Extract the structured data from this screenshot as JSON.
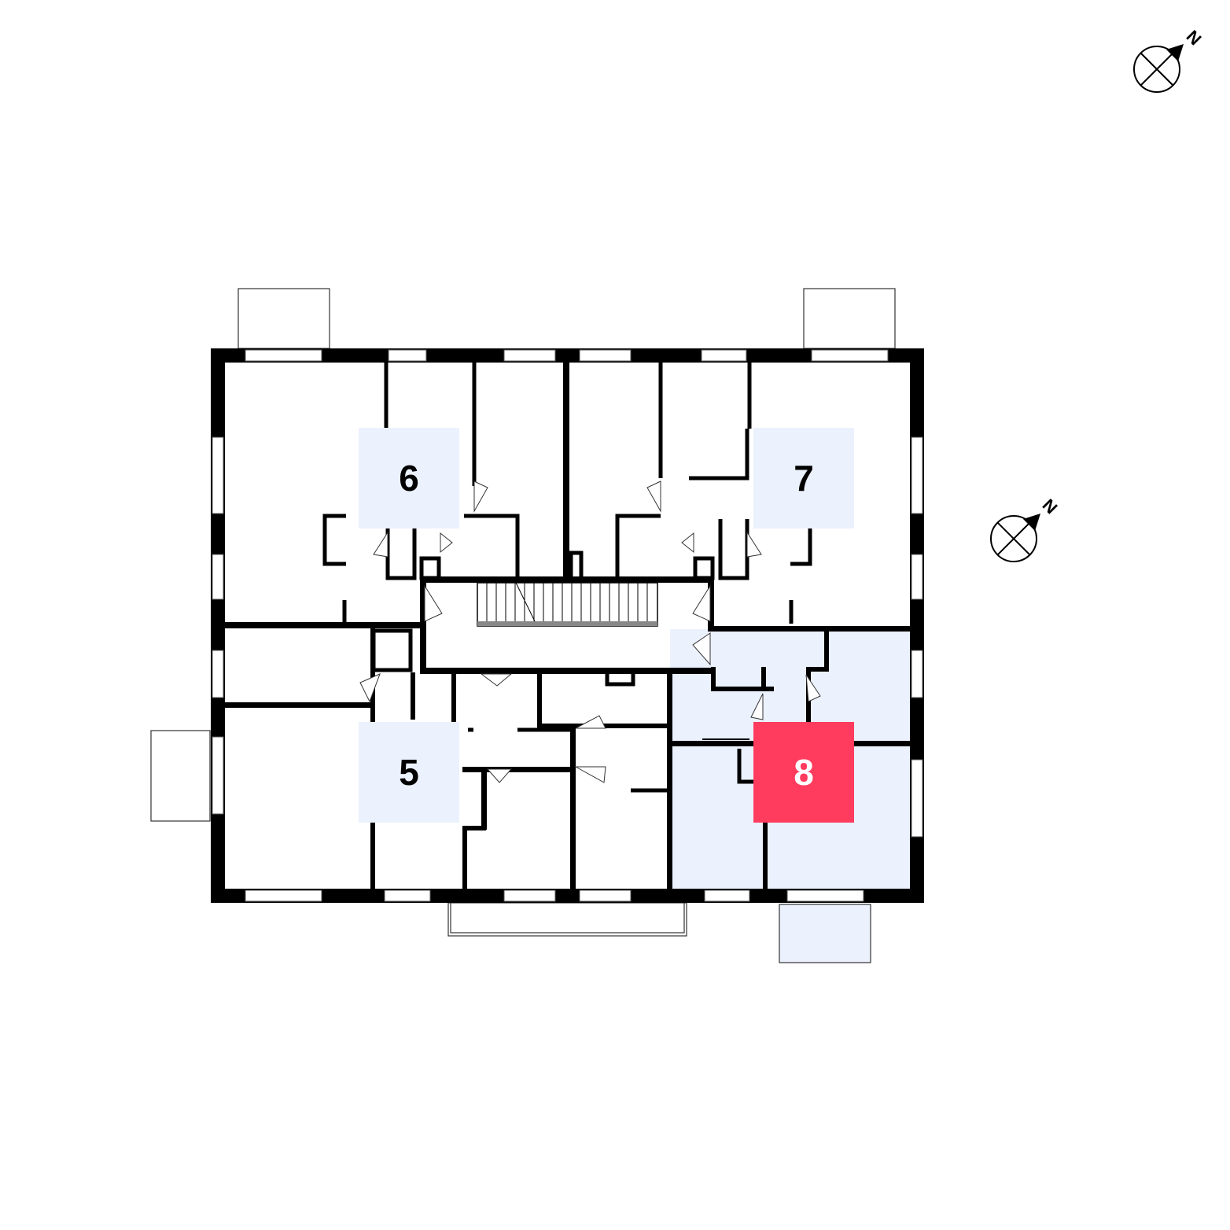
{
  "units": [
    {
      "id": "unit-6",
      "label": "6",
      "selected": false
    },
    {
      "id": "unit-7",
      "label": "7",
      "selected": false
    },
    {
      "id": "unit-5",
      "label": "5",
      "selected": false
    },
    {
      "id": "unit-8",
      "label": "8",
      "selected": true
    }
  ],
  "compass": {
    "north_label": "N"
  },
  "colors": {
    "unit_badge": "#EBF1FD",
    "selected_badge": "#FF3B5E",
    "selected_area": "#EBF1FD",
    "wall": "#000000",
    "label_text": "#000000",
    "selected_label_text": "#FFFFFF"
  }
}
